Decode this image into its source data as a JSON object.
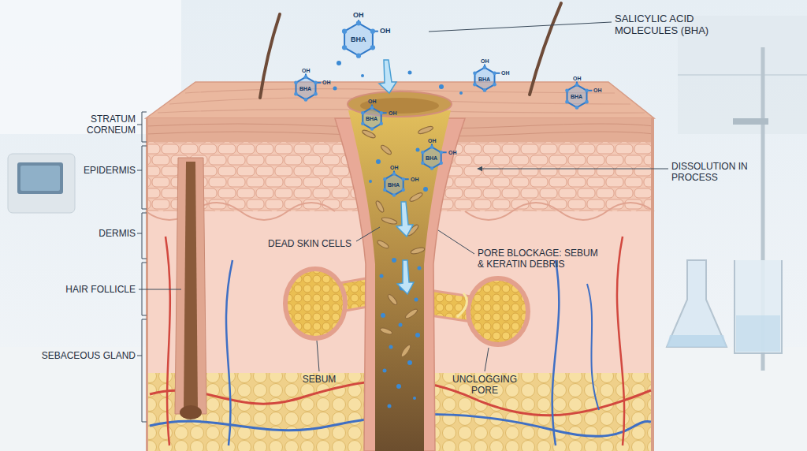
{
  "diagram": {
    "labels": [
      "SALICYLIC ACID MOLECULES (BHA)",
      "STRATUM CORNEUM",
      "EPIDERMIS",
      "DERMIS",
      "HAIR FOLLICLE",
      "SEBACEOUS GLAND",
      "DEAD SKIN CELLS",
      "DISSOLUTION IN PROCESS",
      "PORE BLOCKAGE: SEBUM & KERATIN DEBRIS",
      "SEBUM",
      "UNCLOGGING PORE",
      "OH",
      "BHA",
      "OH",
      "OH",
      "BHA",
      "OH",
      "OH",
      "BHA",
      "OH",
      "OH",
      "BHA",
      "OH",
      "OH",
      "BHA",
      "OH",
      "OH",
      "BHA",
      "OH",
      "OH",
      "BHA",
      "OH"
    ]
  }
}
